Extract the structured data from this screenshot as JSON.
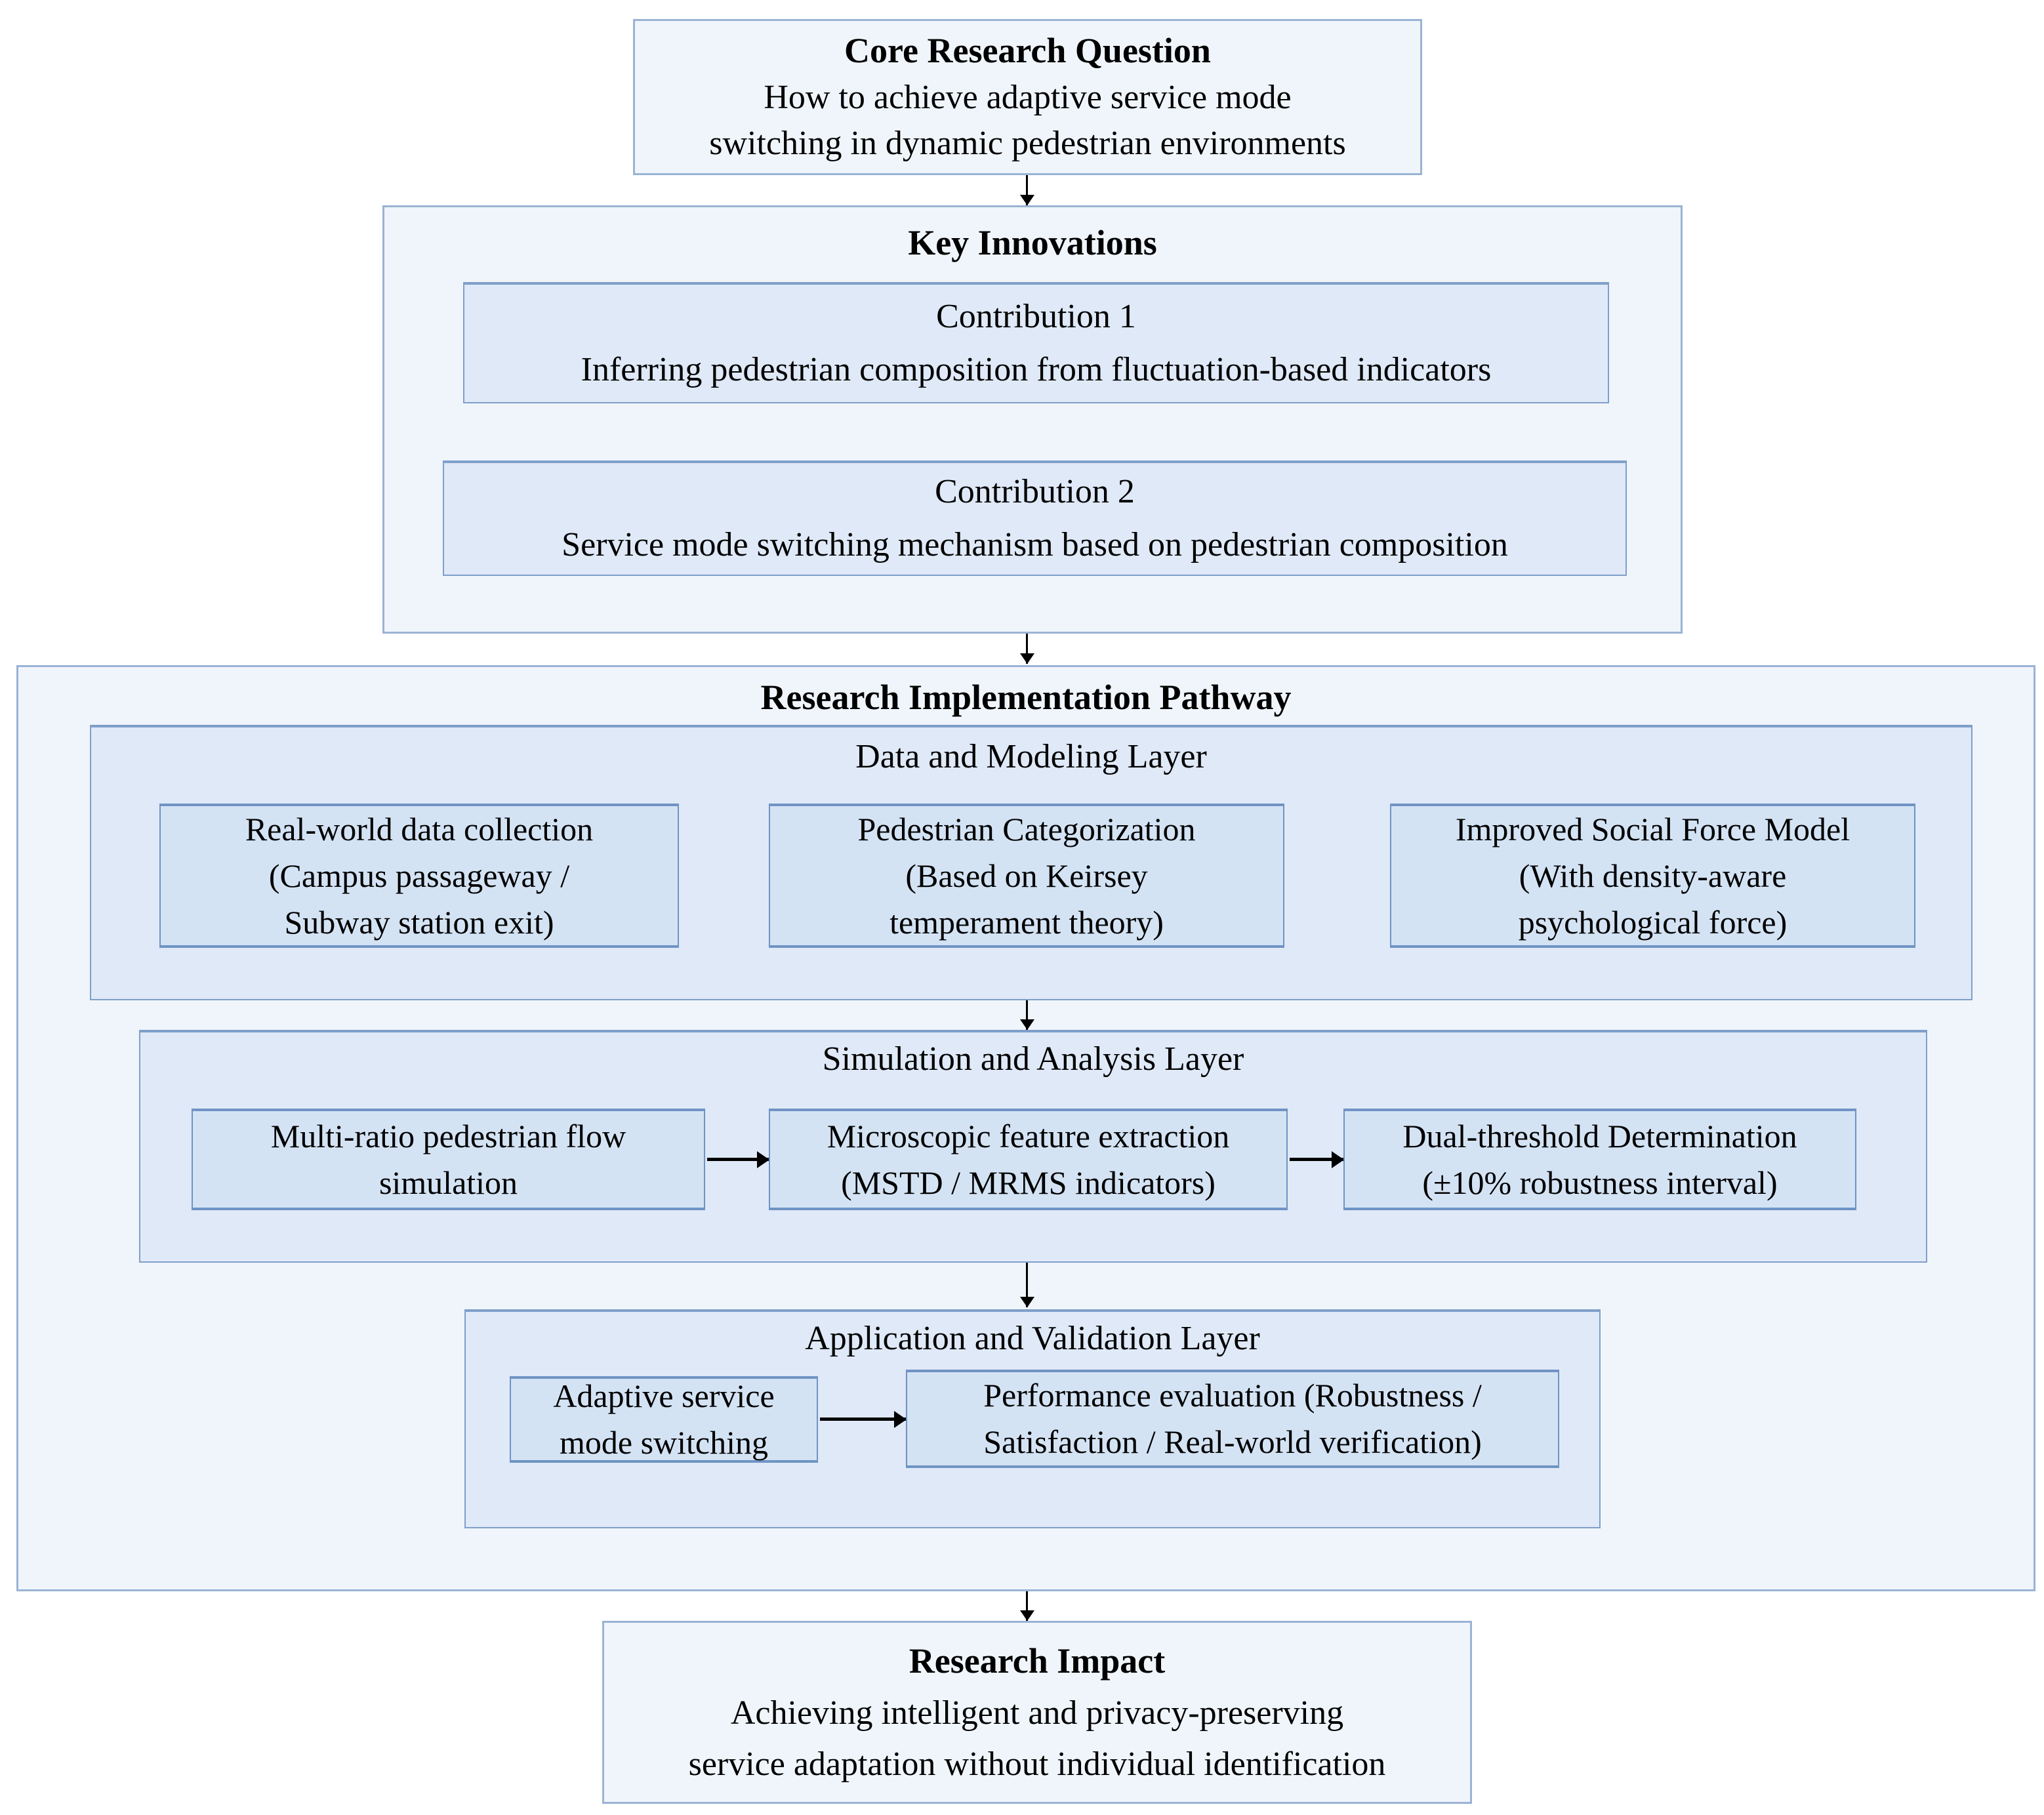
{
  "core": {
    "title": "Core Research Question",
    "line1": "How to achieve adaptive service mode",
    "line2": "switching in dynamic pedestrian environments"
  },
  "key_innovations": {
    "title": "Key Innovations",
    "contribution1": {
      "title": "Contribution 1",
      "desc": "Inferring pedestrian composition from fluctuation-based indicators"
    },
    "contribution2": {
      "title": "Contribution 2",
      "desc": "Service mode switching mechanism based on pedestrian composition"
    }
  },
  "pathway": {
    "title": "Research Implementation Pathway",
    "data_layer": {
      "title": "Data and Modeling Layer",
      "boxes": [
        {
          "line1": "Real-world data collection",
          "line2": "(Campus passageway /",
          "line3": "Subway station exit)"
        },
        {
          "line1": "Pedestrian Categorization",
          "line2": "(Based on Keirsey",
          "line3": "temperament theory)"
        },
        {
          "line1": "Improved Social Force Model",
          "line2": "(With density-aware",
          "line3": "psychological force)"
        }
      ]
    },
    "simulation_layer": {
      "title": "Simulation and Analysis Layer",
      "boxes": [
        {
          "line1": "Multi-ratio pedestrian flow",
          "line2": "simulation"
        },
        {
          "line1": "Microscopic feature extraction",
          "line2": "(MSTD / MRMS indicators)"
        },
        {
          "line1": "Dual-threshold Determination",
          "line2": "(±10% robustness interval)"
        }
      ]
    },
    "application_layer": {
      "title": "Application and Validation Layer",
      "boxes": [
        {
          "line1": "Adaptive service",
          "line2": "mode switching"
        },
        {
          "line1": "Performance evaluation (Robustness /",
          "line2": "Satisfaction / Real-world verification)"
        }
      ]
    }
  },
  "impact": {
    "title": "Research Impact",
    "line1": "Achieving intelligent and privacy-preserving",
    "line2": "service adaptation without individual identification"
  },
  "colors": {
    "fill_level1": "#f0f5fb",
    "fill_level2": "#dfe9f7",
    "fill_leaf": "#d4e3f4",
    "border_outer": "#9ab3d4",
    "border_mid": "#7f9fca",
    "border_leaf": "#6f93c3",
    "arrow_color": "#000000",
    "text_color": "#000000"
  }
}
